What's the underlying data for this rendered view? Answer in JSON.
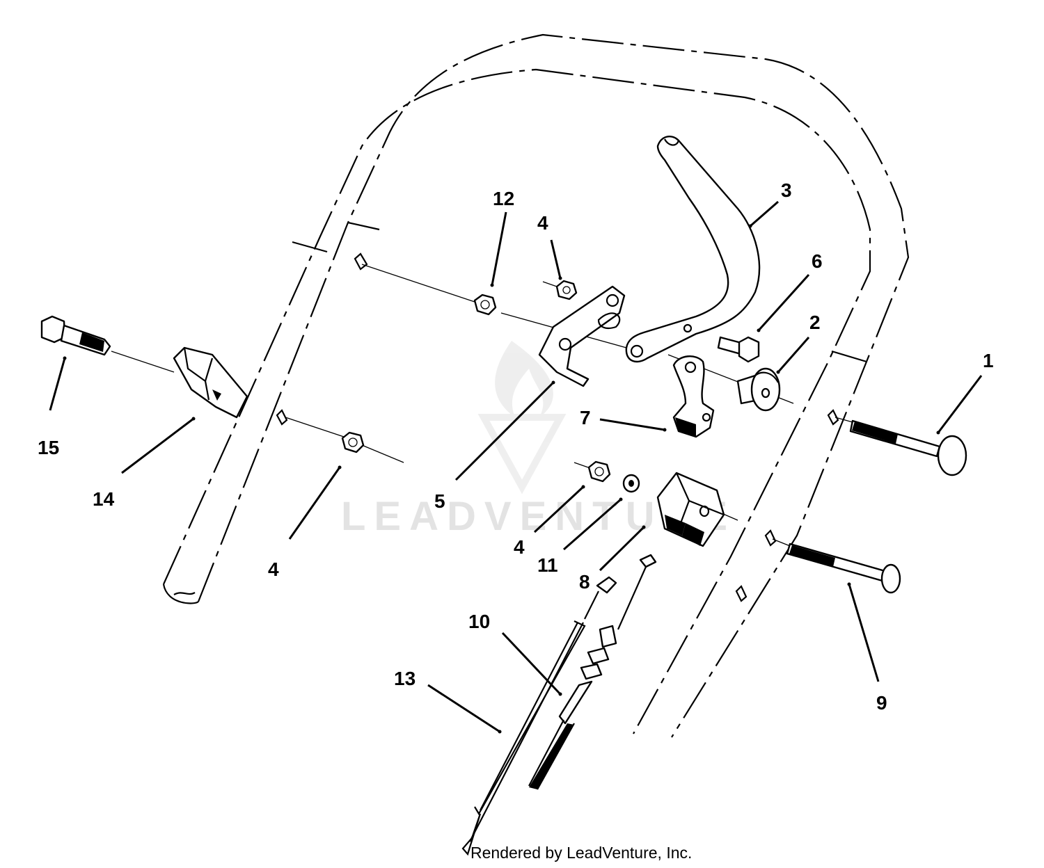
{
  "credit": "Rendered by LeadVenture, Inc.",
  "watermark": "LEADVENTURE",
  "callouts": [
    "1",
    "2",
    "3",
    "4",
    "4",
    "4",
    "5",
    "6",
    "7",
    "8",
    "9",
    "10",
    "11",
    "12",
    "13",
    "14",
    "15"
  ],
  "colors": {
    "ink": "#000000",
    "watermark": "#e3e3e3",
    "background": "#ffffff"
  }
}
